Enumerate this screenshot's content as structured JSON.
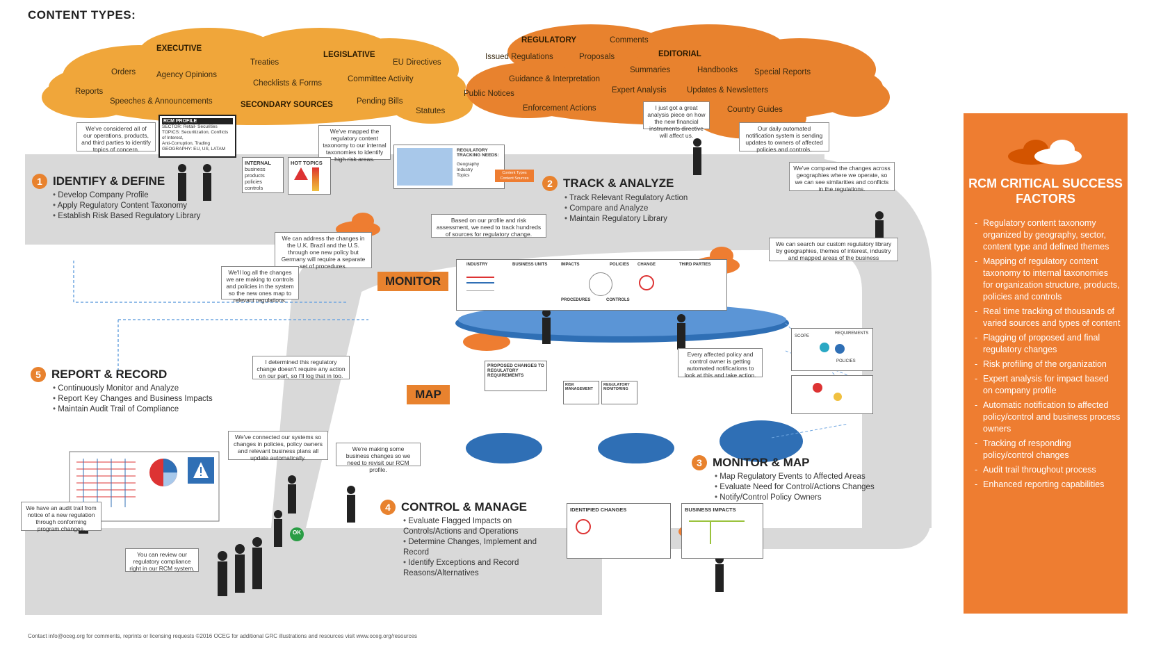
{
  "title": "CONTENT TYPES:",
  "cloud_left_words": [
    {
      "text": "EXECUTIVE",
      "bold": true
    },
    {
      "text": "Orders",
      "bold": false
    },
    {
      "text": "Agency Opinions",
      "bold": false
    },
    {
      "text": "Reports",
      "bold": false
    },
    {
      "text": "Speeches & Announcements",
      "bold": false
    },
    {
      "text": "Treaties",
      "bold": false
    },
    {
      "text": "LEGISLATIVE",
      "bold": true
    },
    {
      "text": "EU Directives",
      "bold": false
    },
    {
      "text": "Checklists & Forms",
      "bold": false
    },
    {
      "text": "Committee Activity",
      "bold": false
    },
    {
      "text": "SECONDARY SOURCES",
      "bold": true
    },
    {
      "text": "Pending Bills",
      "bold": false
    },
    {
      "text": "Statutes",
      "bold": false
    }
  ],
  "cloud_right_words": [
    {
      "text": "REGULATORY",
      "bold": true
    },
    {
      "text": "Comments",
      "bold": false
    },
    {
      "text": "Issued Regulations",
      "bold": false
    },
    {
      "text": "Proposals",
      "bold": false
    },
    {
      "text": "EDITORIAL",
      "bold": true
    },
    {
      "text": "Summaries",
      "bold": false
    },
    {
      "text": "Handbooks",
      "bold": false
    },
    {
      "text": "Special Reports",
      "bold": false
    },
    {
      "text": "Guidance & Interpretation",
      "bold": false
    },
    {
      "text": "Public Notices",
      "bold": false
    },
    {
      "text": "Expert Analysis",
      "bold": false
    },
    {
      "text": "Updates & Newsletters",
      "bold": false
    },
    {
      "text": "Enforcement Actions",
      "bold": false
    },
    {
      "text": "Country Guides",
      "bold": false
    }
  ],
  "steps": {
    "s1": {
      "num": "1",
      "label": "IDENTIFY & DEFINE",
      "items": [
        "Develop Company Profile",
        "Apply Regulatory Content Taxonomy",
        "Establish Risk Based Regulatory Library"
      ]
    },
    "s2": {
      "num": "2",
      "label": "TRACK & ANALYZE",
      "items": [
        "Track Relevant Regulatory Action",
        "Compare and Analyze",
        "Maintain Regulatory Library"
      ]
    },
    "s3": {
      "num": "3",
      "label": "MONITOR & MAP",
      "items": [
        "Map Regulatory Events to Affected Areas",
        "Evaluate Need for Control/Actions Changes",
        "Notify/Control Policy Owners"
      ]
    },
    "s4": {
      "num": "4",
      "label": "CONTROL & MANAGE",
      "items": [
        "Evaluate Flagged Impacts on Controls/Actions and Operations",
        "Determine Changes, Implement and Record",
        "Identify Exceptions and Record Reasons/Alternatives"
      ]
    },
    "s5": {
      "num": "5",
      "label": "REPORT & RECORD",
      "items": [
        "Continuously Monitor and Analyze",
        "Report Key Changes and Business Impacts",
        "Maintain Audit Trail of Compliance"
      ]
    }
  },
  "tags": {
    "monitor": "MONITOR",
    "map": "MAP"
  },
  "bubbles": {
    "b1": "We've considered all of our operations, products, and third parties to identify topics of concern.",
    "b2": "We've mapped the regulatory content taxonomy to our internal taxonomies to identify high risk areas.",
    "b3": "Based on our profile and risk assessment, we need to track hundreds of sources for regulatory change.",
    "b4": "I just got a great analysis piece on how the new financial instruments directive will affect us.",
    "b5": "Our daily automated notification system is sending updates to owners of affected policies and controls.",
    "b6": "We've compared the changes across geographies where we operate, so we can see similarities and conflicts in the regulations.",
    "b7": "We can search our custom regulatory library by geographies, themes of interest, industry and mapped areas of the business",
    "b8": "We can address the changes in the U.K. Brazil and the U.S. through one new policy but Germany will require a separate set of procedures.",
    "b9": "We'll log all the changes we are making to controls and policies in the system so the new ones map to relevant regulations.",
    "b10": "I determined this regulatory change doesn't require any action on our part, so I'll log that in too.",
    "b11": "Every affected policy and control owner is getting automated notifications to look at this and take action.",
    "b12": "We've connected our systems so changes in policies, policy owners and relevant business plans all update automatically.",
    "b13": "We're making some business changes so we need to revisit our RCM profile.",
    "b14": "We have an audit trail from notice of a new regulation through conforming program changes.",
    "b15": "You can review our regulatory compliance right in our RCM system."
  },
  "profile_card": {
    "title": "RCM PROFILE",
    "lines": [
      "SECTOR: Retail- Securities",
      "TOPICS: Securitization, Conflicts of Interest,",
      "Anti-Corruption, Trading",
      "GEOGRAPHY: EU, US, LATAM"
    ]
  },
  "boards": {
    "internal": {
      "title": "INTERNAL",
      "lines": [
        "business",
        "products",
        "policies",
        "controls"
      ]
    },
    "hot_topics": "HOT TOPICS",
    "tracking": {
      "title": "REGULATORY TRACKING NEEDS:",
      "lines": [
        "Geography",
        "Industry",
        "Topics"
      ],
      "tag_lines": [
        "Content Types",
        "Content Sources"
      ]
    },
    "monitor_board": [
      "INDUSTRY",
      "BUSINESS UNITS",
      "IMPACTS",
      "POLICIES",
      "CHANGE",
      "THIRD PARTIES",
      "PROCEDURES",
      "CONTROLS"
    ],
    "proposed": "PROPOSED CHANGES TO REGULATORY REQUIREMENTS",
    "risk": "RISK MANAGEMENT",
    "reg_monitoring": "REGULATORY MONITORING",
    "scope": "SCOPE",
    "requirements": "REQUIREMENTS",
    "policies": "POLICIES",
    "identified": "IDENTIFIED CHANGES",
    "business_impacts": "BUSINESS IMPACTS",
    "ok": "OK"
  },
  "panel": {
    "title": "RCM CRITICAL SUCCESS FACTORS",
    "items": [
      "Regulatory content taxonomy organized by geography, sector, content type and defined themes",
      "Mapping of regulatory content taxonomy to internal taxonomies for organization structure, products, policies and controls",
      "Real time tracking of thousands of varied sources and types of content",
      "Flagging of proposed and final regulatory changes",
      "Risk profiling of the organization",
      "Expert analysis for impact based on company profile",
      "Automatic notification to affected policy/control and business process owners",
      "Tracking of responding policy/control changes",
      "Audit trail throughout process",
      "Enhanced reporting capabilities"
    ]
  },
  "footer": "Contact info@oceg.org for comments, reprints or licensing requests ©2016 OCEG for additional GRC illustrations and resources visit www.oceg.org/resources",
  "colors": {
    "orange": "#ee7d31",
    "cloud_light": "#f0a63a",
    "cloud_dark": "#e8822e",
    "track": "#d9d9d9",
    "blue": "#2f6fb5"
  }
}
